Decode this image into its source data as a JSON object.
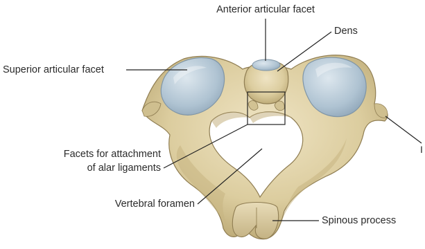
{
  "labels": {
    "anterior_articular_facet": "Anterior articular facet",
    "dens": "Dens",
    "superior_articular_facet": "Superior articular facet",
    "facets_alar_line1": "Facets for attachment",
    "facets_alar_line2": "of alar ligaments",
    "vertebral_foramen": "Vertebral foramen",
    "spinous_process": "Spinous process",
    "edge_glyph": "I"
  },
  "colors": {
    "bone": "#dfd2ad",
    "bone_shadow": "#b9a87a",
    "bone_outline": "#8f7d52",
    "cartilage": "#b4c6d4",
    "cartilage_highlight": "#d9e4ec",
    "leader_line": "#222222"
  }
}
